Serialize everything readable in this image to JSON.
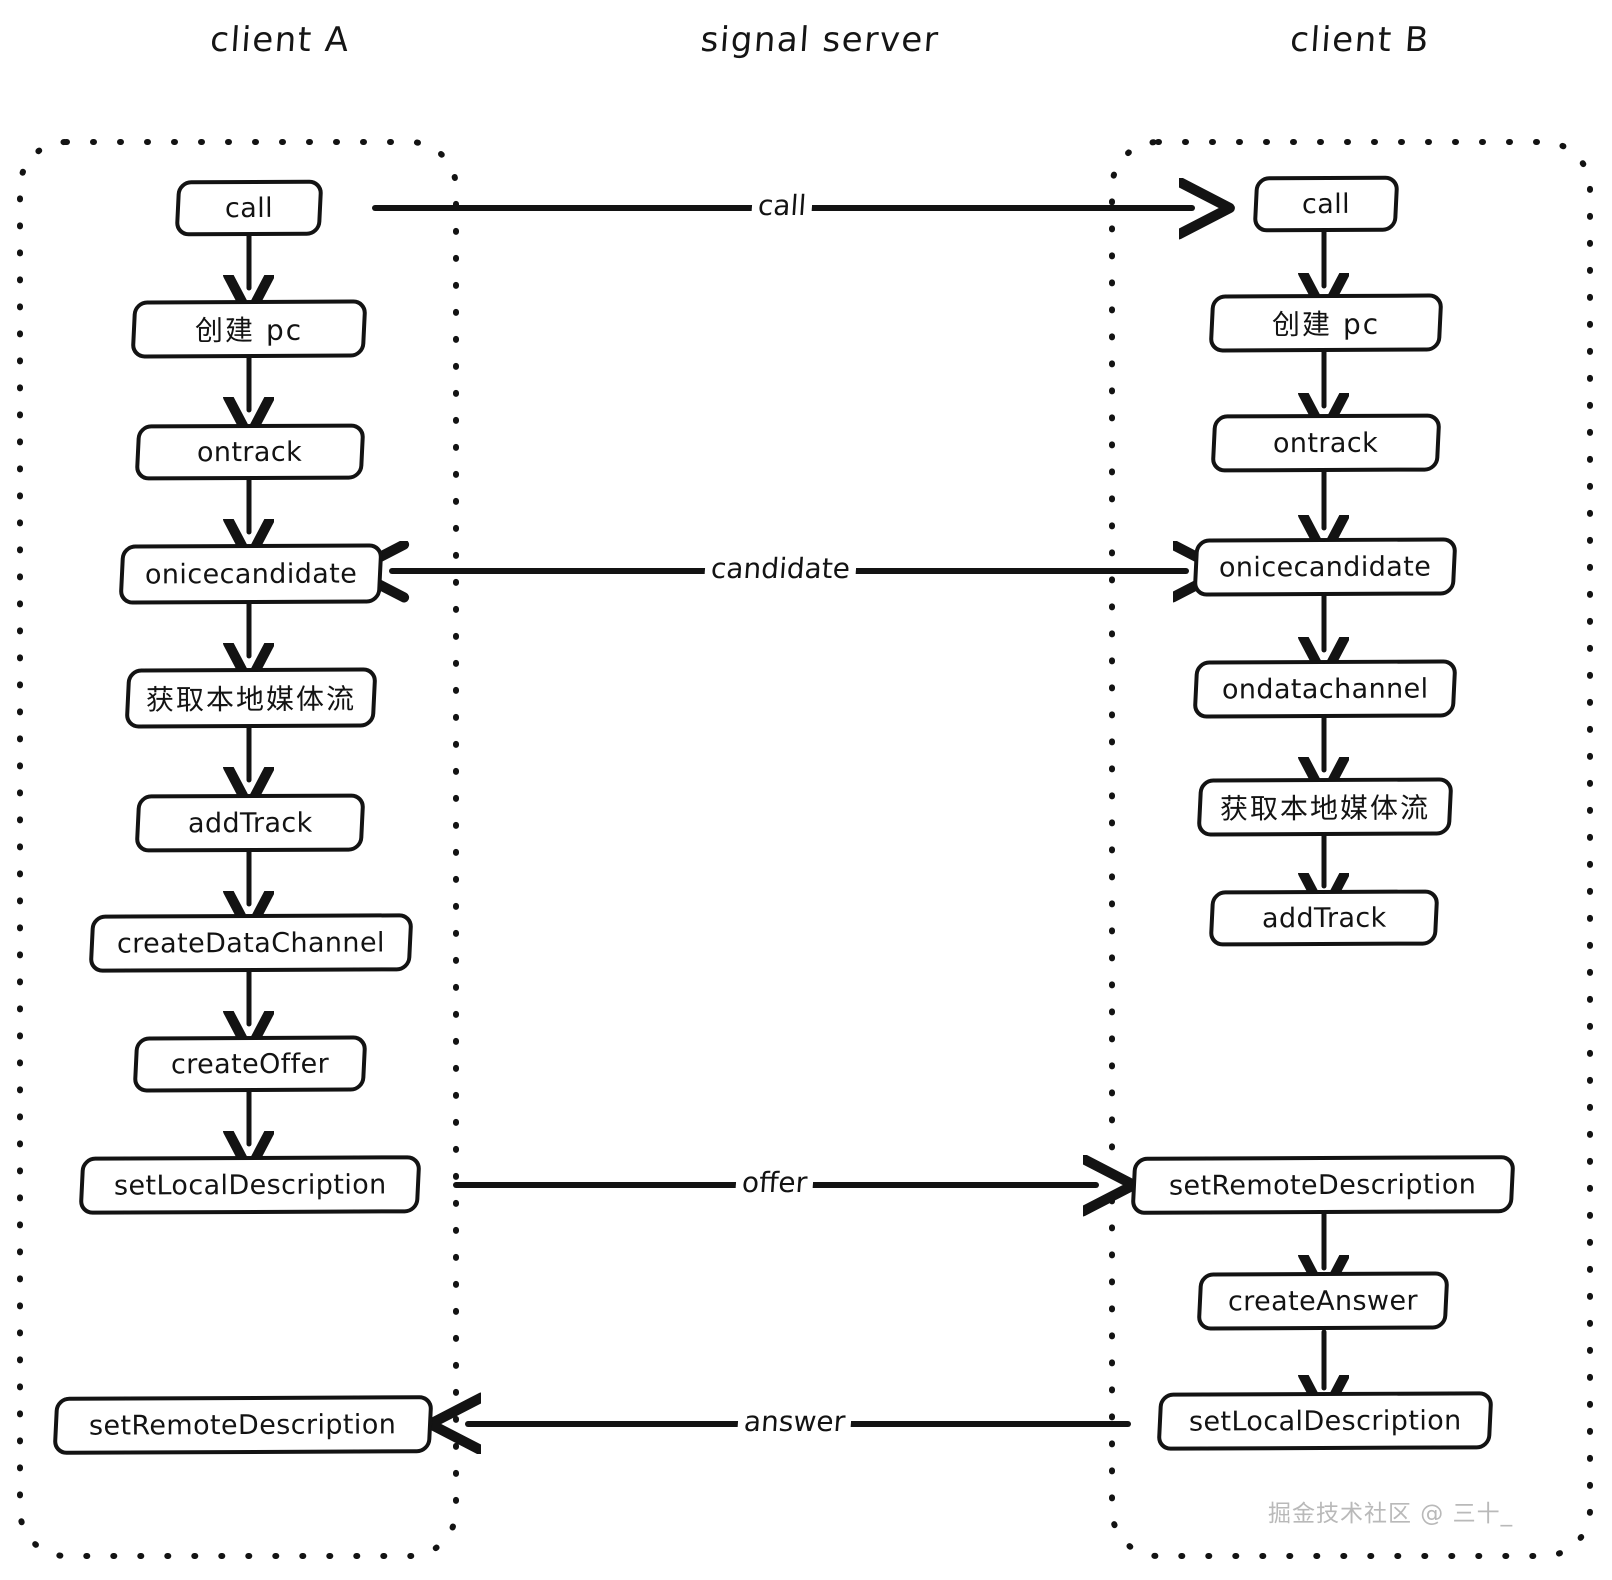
{
  "diagram": {
    "title_columns": [
      {
        "id": "client-a",
        "label": "client A"
      },
      {
        "id": "signal-server",
        "label": "signal server"
      },
      {
        "id": "client-b",
        "label": "client B"
      }
    ],
    "client_a_nodes": [
      {
        "id": "a-call",
        "label": "call"
      },
      {
        "id": "a-create-pc",
        "label": "创建 pc"
      },
      {
        "id": "a-ontrack",
        "label": "ontrack"
      },
      {
        "id": "a-onicecandidate",
        "label": "onicecandidate"
      },
      {
        "id": "a-get-local-media",
        "label": "获取本地媒体流"
      },
      {
        "id": "a-addtrack",
        "label": "addTrack"
      },
      {
        "id": "a-createdatachannel",
        "label": "createDataChannel"
      },
      {
        "id": "a-createoffer",
        "label": "createOffer"
      },
      {
        "id": "a-setlocaldescription",
        "label": "setLocalDescription"
      },
      {
        "id": "a-setremotedescription",
        "label": "setRemoteDescription"
      }
    ],
    "client_b_nodes": [
      {
        "id": "b-call",
        "label": "call"
      },
      {
        "id": "b-create-pc",
        "label": "创建 pc"
      },
      {
        "id": "b-ontrack",
        "label": "ontrack"
      },
      {
        "id": "b-onicecandidate",
        "label": "onicecandidate"
      },
      {
        "id": "b-ondatachannel",
        "label": "ondatachannel"
      },
      {
        "id": "b-get-local-media",
        "label": "获取本地媒体流"
      },
      {
        "id": "b-addtrack",
        "label": "addTrack"
      },
      {
        "id": "b-setremotedescription",
        "label": "setRemoteDescription"
      },
      {
        "id": "b-createanswer",
        "label": "createAnswer"
      },
      {
        "id": "b-setlocaldescription",
        "label": "setLocalDescription"
      }
    ],
    "cross_edges": [
      {
        "id": "edge-call",
        "label": "call",
        "direction": "a-to-b"
      },
      {
        "id": "edge-candidate",
        "label": "candidate",
        "direction": "bidirectional"
      },
      {
        "id": "edge-offer",
        "label": "offer",
        "direction": "a-to-b"
      },
      {
        "id": "edge-answer",
        "label": "answer",
        "direction": "b-to-a"
      }
    ],
    "watermark": "掘金技术社区 @ 三十_",
    "colors": {
      "stroke": "#131313",
      "background": "#ffffff",
      "watermark": "#b9b9b9"
    }
  }
}
